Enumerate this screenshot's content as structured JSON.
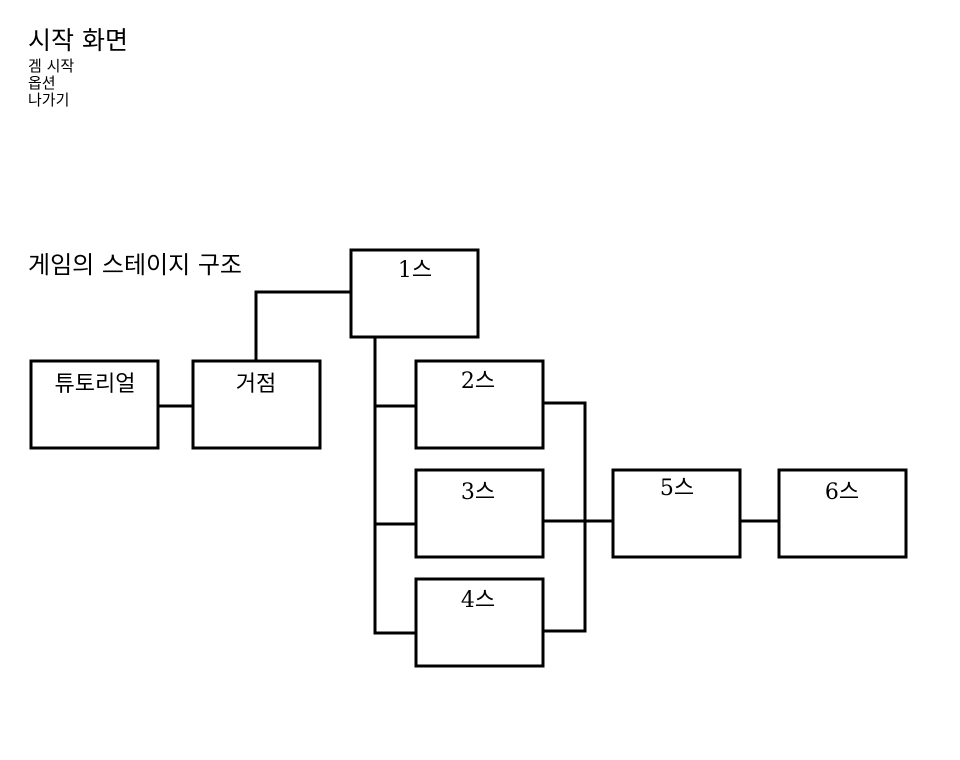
{
  "start_screen": {
    "title": "시작 화면",
    "menu": [
      "겜 시작",
      "옵션",
      "나가기"
    ]
  },
  "stage_structure": {
    "title": "게임의 스테이지 구조",
    "nodes": [
      {
        "id": "tutorial",
        "label": "튜토리얼"
      },
      {
        "id": "base",
        "label": "거점"
      },
      {
        "id": "s1",
        "label": "1스"
      },
      {
        "id": "s2",
        "label": "2스"
      },
      {
        "id": "s3",
        "label": "3스"
      },
      {
        "id": "s4",
        "label": "4스"
      },
      {
        "id": "s5",
        "label": "5스"
      },
      {
        "id": "s6",
        "label": "6스"
      }
    ],
    "edges": [
      [
        "tutorial",
        "base"
      ],
      [
        "base",
        "s1"
      ],
      [
        "s1",
        "s2"
      ],
      [
        "s1",
        "s3"
      ],
      [
        "s1",
        "s4"
      ],
      [
        "s2",
        "s5"
      ],
      [
        "s3",
        "s5"
      ],
      [
        "s4",
        "s5"
      ],
      [
        "s5",
        "s6"
      ]
    ]
  }
}
